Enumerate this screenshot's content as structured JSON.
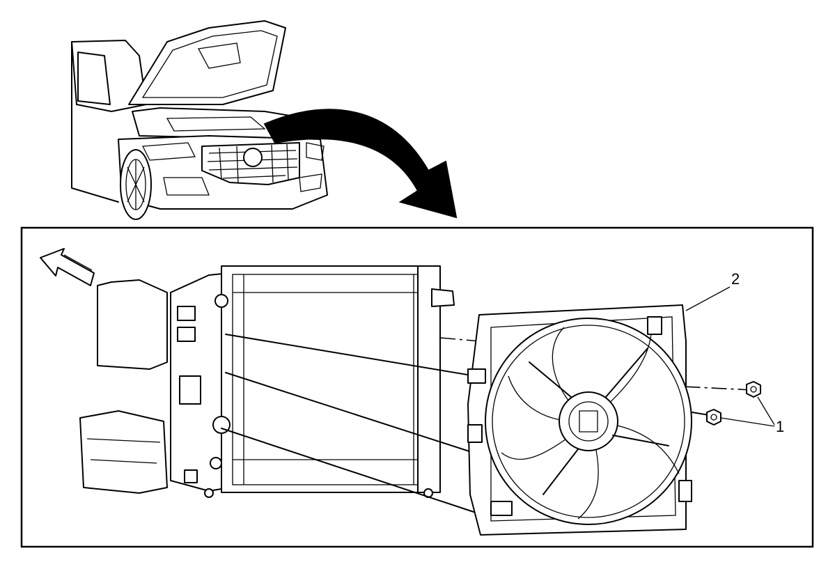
{
  "callouts": [
    {
      "id": "fan-nuts",
      "text": "1"
    },
    {
      "id": "fan-shroud",
      "text": "2"
    }
  ],
  "icons": [
    "vehicle-hood-open",
    "curved-arrow",
    "front-direction-arrow",
    "radiator",
    "cooling-fan-assembly",
    "nut"
  ]
}
